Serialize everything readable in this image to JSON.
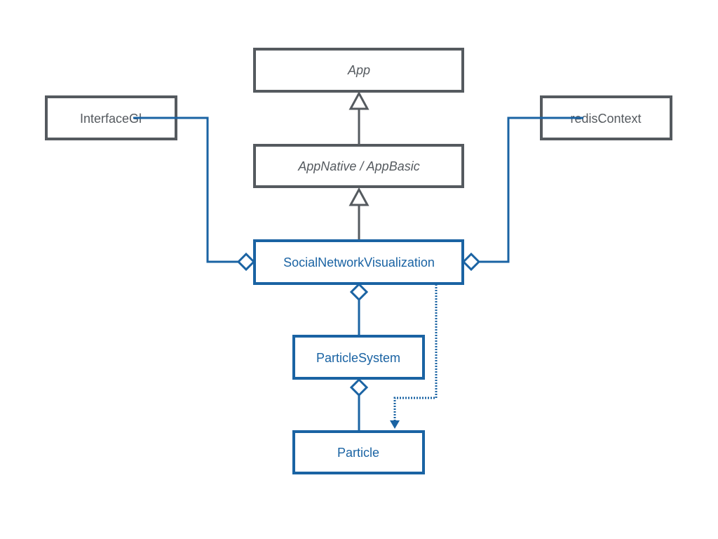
{
  "classes": {
    "app": "App",
    "app_native": "AppNative / AppBasic",
    "interface_gl": "InterfaceGl",
    "redis_context": "redisContext",
    "social_network_visualization": "SocialNetworkVisualization",
    "particle_system": "ParticleSystem",
    "particle": "Particle"
  },
  "relations": [
    {
      "from": "AppNative / AppBasic",
      "to": "App",
      "kind": "inheritance"
    },
    {
      "from": "SocialNetworkVisualization",
      "to": "AppNative / AppBasic",
      "kind": "inheritance"
    },
    {
      "from": "SocialNetworkVisualization",
      "to": "InterfaceGl",
      "kind": "aggregation"
    },
    {
      "from": "SocialNetworkVisualization",
      "to": "redisContext",
      "kind": "aggregation"
    },
    {
      "from": "SocialNetworkVisualization",
      "to": "ParticleSystem",
      "kind": "aggregation"
    },
    {
      "from": "ParticleSystem",
      "to": "Particle",
      "kind": "aggregation"
    },
    {
      "from": "SocialNetworkVisualization",
      "to": "Particle",
      "kind": "dependency"
    }
  ],
  "colors": {
    "framework": "#555a5f",
    "project": "#1a63a3"
  }
}
